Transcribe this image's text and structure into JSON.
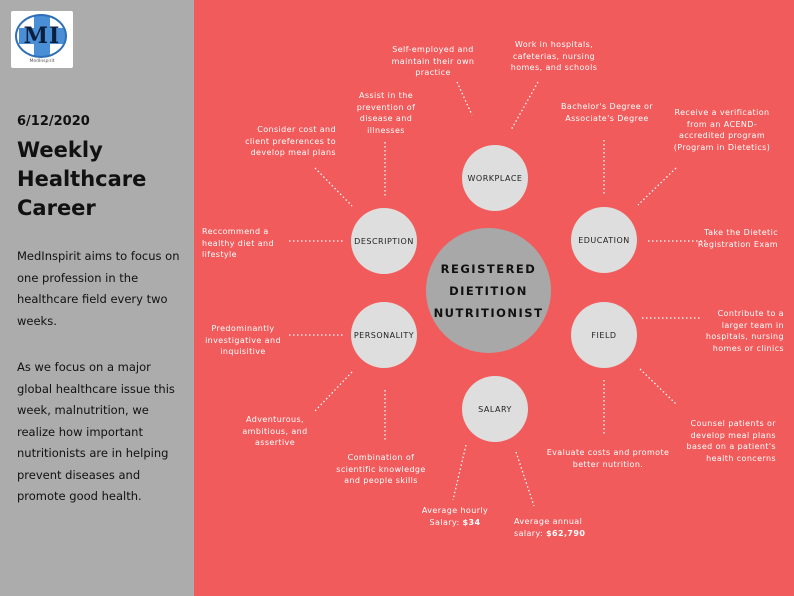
{
  "logo": {
    "mark": "MI",
    "small": "MedInspirit"
  },
  "sidebar": {
    "date": "6/12/2020",
    "title": "Weekly Healthcare Career",
    "intro": "MedInspirit aims to focus on one profession in the healthcare field every two weeks.",
    "body": "As we focus on a major global healthcare issue this week, malnutrition, we realize how important nutritionists are in helping prevent diseases and promote good health."
  },
  "colors": {
    "sidebar": "#acacac",
    "main": "#f25b5b",
    "center": "#a8a8a8",
    "node": "#dedede"
  },
  "center": {
    "line1": "REGISTERED",
    "line2": "DIETITION",
    "line3": "NUTRITIONIST"
  },
  "nodes": {
    "workplace": "WORKPLACE",
    "education": "EDUCATION",
    "field": "FIELD",
    "salary": "SALARY",
    "personality": "PERSONALITY",
    "description": "DESCRIPTION"
  },
  "labels": {
    "self_employed": "Self-employed and maintain their own practice",
    "work_in": "Work in hospitals, cafeterias, nursing homes, and schools",
    "degree": "Bachelor's Degree or Associate's Degree",
    "verification": "Receive a verification from an ACEND-accredited program (Program in Dietetics)",
    "exam": "Take the Dietetic Registration Exam",
    "contribute": "Contribute to a larger team in hospitals, nursing homes or clinics",
    "counsel": "Counsel patients or develop meal plans based on a patient's health concerns",
    "evaluate": "Evaluate costs and promote better nutrition.",
    "annual_text": "Average annual salary:",
    "annual_value": "$62,790",
    "hourly_text": "Average hourly Salary:",
    "hourly_value": "$34",
    "combination": "Combination of scientific knowledge and people skills",
    "adventurous": "Adventurous, ambitious, and assertive",
    "predominantly": "Predominantly investigative and inquisitive",
    "recommend": "Reccommend a healthy diet and lifestyle",
    "consider": "Consider cost and client preferences to develop meal plans",
    "assist": "Assist in the prevention of disease and illnesses"
  }
}
